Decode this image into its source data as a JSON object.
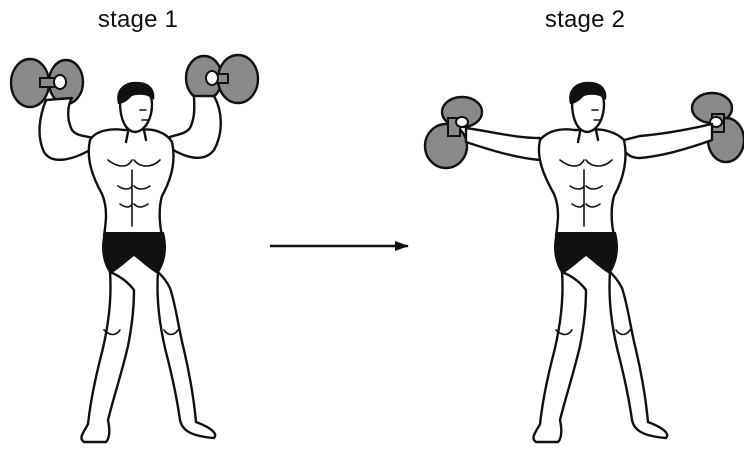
{
  "diagram": {
    "stages": [
      {
        "id": "stage1",
        "label": "stage 1"
      },
      {
        "id": "stage2",
        "label": "stage 2"
      }
    ]
  }
}
